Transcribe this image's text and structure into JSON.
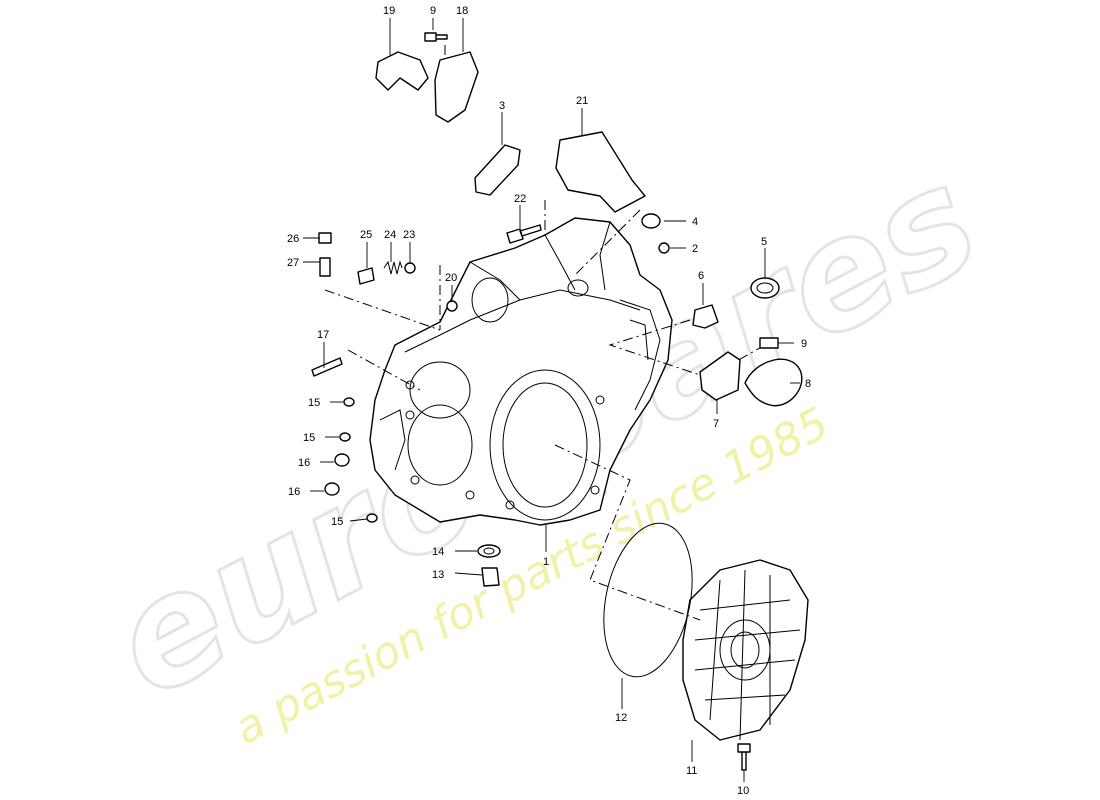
{
  "watermark": {
    "brand": "eurospares",
    "tagline": "a passion for parts since 1985"
  },
  "callouts": [
    {
      "id": "19",
      "text": "19"
    },
    {
      "id": "9a",
      "text": "9"
    },
    {
      "id": "18",
      "text": "18"
    },
    {
      "id": "3",
      "text": "3"
    },
    {
      "id": "21",
      "text": "21"
    },
    {
      "id": "22",
      "text": "22"
    },
    {
      "id": "4",
      "text": "4"
    },
    {
      "id": "2",
      "text": "2"
    },
    {
      "id": "5",
      "text": "5"
    },
    {
      "id": "26",
      "text": "26"
    },
    {
      "id": "27",
      "text": "27"
    },
    {
      "id": "25",
      "text": "25"
    },
    {
      "id": "24",
      "text": "24"
    },
    {
      "id": "23",
      "text": "23"
    },
    {
      "id": "20",
      "text": "20"
    },
    {
      "id": "6",
      "text": "6"
    },
    {
      "id": "9b",
      "text": "9"
    },
    {
      "id": "17",
      "text": "17"
    },
    {
      "id": "8",
      "text": "8"
    },
    {
      "id": "7",
      "text": "7"
    },
    {
      "id": "15a",
      "text": "15"
    },
    {
      "id": "15b",
      "text": "15"
    },
    {
      "id": "16a",
      "text": "16"
    },
    {
      "id": "16b",
      "text": "16"
    },
    {
      "id": "15c",
      "text": "15"
    },
    {
      "id": "1",
      "text": "1"
    },
    {
      "id": "14",
      "text": "14"
    },
    {
      "id": "13",
      "text": "13"
    },
    {
      "id": "12",
      "text": "12"
    },
    {
      "id": "11",
      "text": "11"
    },
    {
      "id": "10",
      "text": "10"
    }
  ]
}
